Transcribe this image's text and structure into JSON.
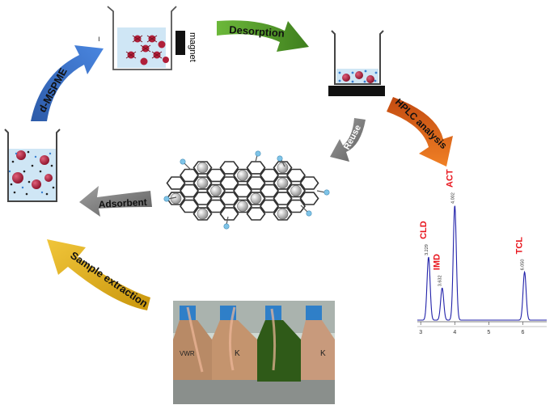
{
  "arrows": {
    "dmspme": "d-MSPME",
    "desorption": "Desorption",
    "hplc": "HPLC analysis",
    "reuse": "Reuse",
    "adsorbent": "Adsorbent",
    "sample_extraction": "Sample extraction"
  },
  "magnet_label": "magnet",
  "stray_mark": "ı",
  "chromatogram": {
    "peaks": [
      {
        "name": "CLD",
        "rt": "3.229",
        "time": 3.23,
        "height": 0.55
      },
      {
        "name": "IMD",
        "rt": "3.632",
        "time": 3.63,
        "height": 0.28
      },
      {
        "name": "ACT",
        "rt": "4.002",
        "time": 4.0,
        "height": 1.0
      },
      {
        "name": "TCL",
        "rt": "6.050",
        "time": 6.05,
        "height": 0.42
      }
    ],
    "ticks": [
      "3",
      "4",
      "5",
      "6"
    ],
    "x_range": [
      2.9,
      6.7
    ]
  },
  "colors": {
    "blue_arrow": "#3a6fc8",
    "green_arrow": "#5aa02c",
    "orange_arrow": "#e06a1b",
    "gray_arrow": "#7f7f7f",
    "yellow_arrow": "#e0b41c",
    "peak_label": "#e8141c",
    "trace": "#2222aa",
    "solution": "#cfe6f5",
    "particle": "#b0203a"
  },
  "photo_labels": [
    "VWR",
    "K",
    "K"
  ]
}
